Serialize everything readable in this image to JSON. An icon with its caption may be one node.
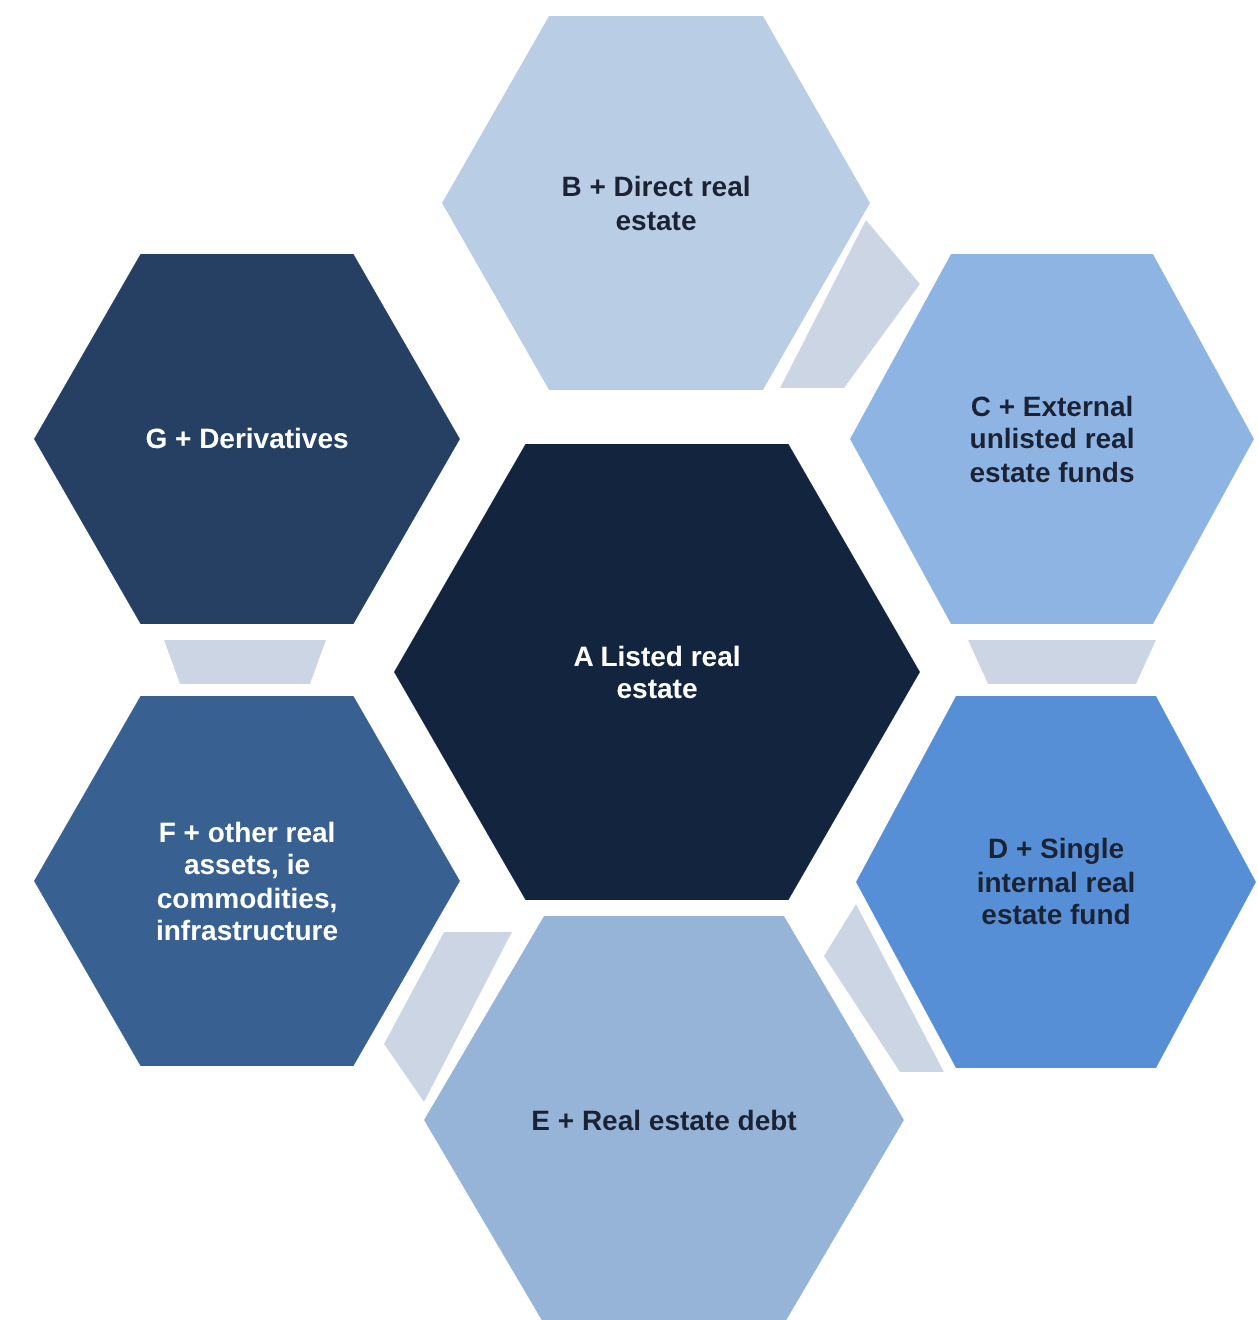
{
  "diagram": {
    "nodes": [
      {
        "text": [
          "A Listed real estate"
        ]
      },
      {
        "text": [
          "B + Direct real estate"
        ]
      },
      {
        "text": [
          "C + External unlisted real estate funds"
        ]
      },
      {
        "text": [
          "D + Single internal real estate fund"
        ]
      },
      {
        "text": [
          "E + Real estate debt"
        ]
      },
      {
        "text": [
          "F + other real assets, ie commodities, infrastructure"
        ]
      },
      {
        "text": [
          "G + Derivatives"
        ]
      },
      {
        "text": [],
        "shape": "trapezoid"
      },
      {
        "text": [],
        "shape": "trapezoid"
      },
      {
        "text": [],
        "shape": "trapezoid"
      },
      {
        "text": [],
        "shape": "trapezoid"
      },
      {
        "text": [],
        "shape": "trapezoid"
      }
    ]
  }
}
